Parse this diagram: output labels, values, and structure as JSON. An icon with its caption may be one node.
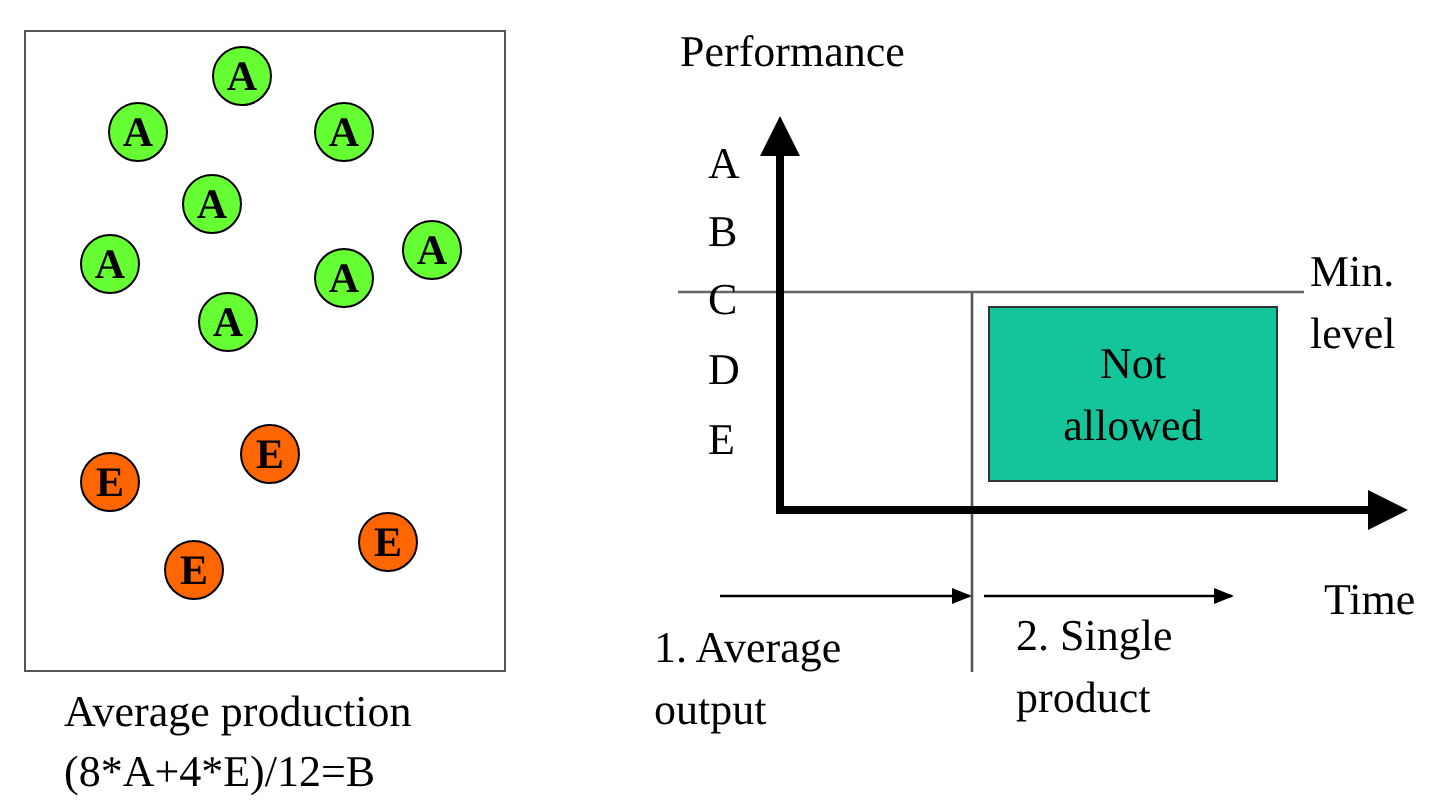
{
  "diagram": {
    "nodes": [
      {
        "text": [
          "Average production (8*A+4*E)/12=B"
        ]
      },
      {
        "text": [
          "A"
        ],
        "in": 0
      },
      {
        "text": [
          "A"
        ],
        "in": 0
      },
      {
        "text": [
          "A"
        ],
        "in": 0
      },
      {
        "text": [
          "A"
        ],
        "in": 0
      },
      {
        "text": [
          "A"
        ],
        "in": 0
      },
      {
        "text": [
          "A"
        ],
        "in": 0
      },
      {
        "text": [
          "A"
        ],
        "in": 0
      },
      {
        "text": [
          "A"
        ],
        "in": 0
      },
      {
        "text": [
          "E"
        ],
        "in": 0
      },
      {
        "text": [
          "E"
        ],
        "in": 0
      },
      {
        "text": [
          "E"
        ],
        "in": 0
      },
      {
        "text": [
          "E"
        ],
        "in": 0
      },
      {
        "text": [
          "Not allowed"
        ]
      }
    ],
    "edges": [],
    "labels": [
      "Performance",
      "A",
      "B",
      "C",
      "D",
      "E",
      "Min. level",
      "Time",
      "1. Average output",
      "2. Single product"
    ]
  }
}
